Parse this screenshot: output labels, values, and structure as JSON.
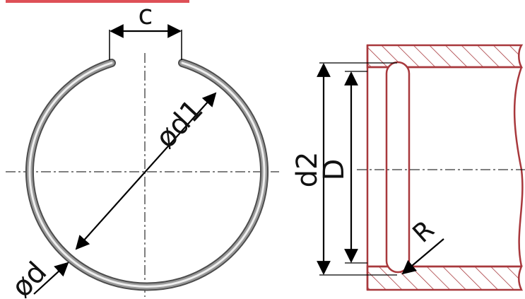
{
  "labels": {
    "gap": "c",
    "ring_diameter": "ød1",
    "wire_diameter": "ød",
    "groove_diameter": "d2",
    "bore_diameter": "D",
    "groove_radius": "R"
  },
  "colors": {
    "housing": "#a8383c",
    "line": "#000000",
    "ring_dark": "#4d4d4d",
    "ring_light": "#e6e6e6",
    "top_strip": "#d8313a"
  }
}
